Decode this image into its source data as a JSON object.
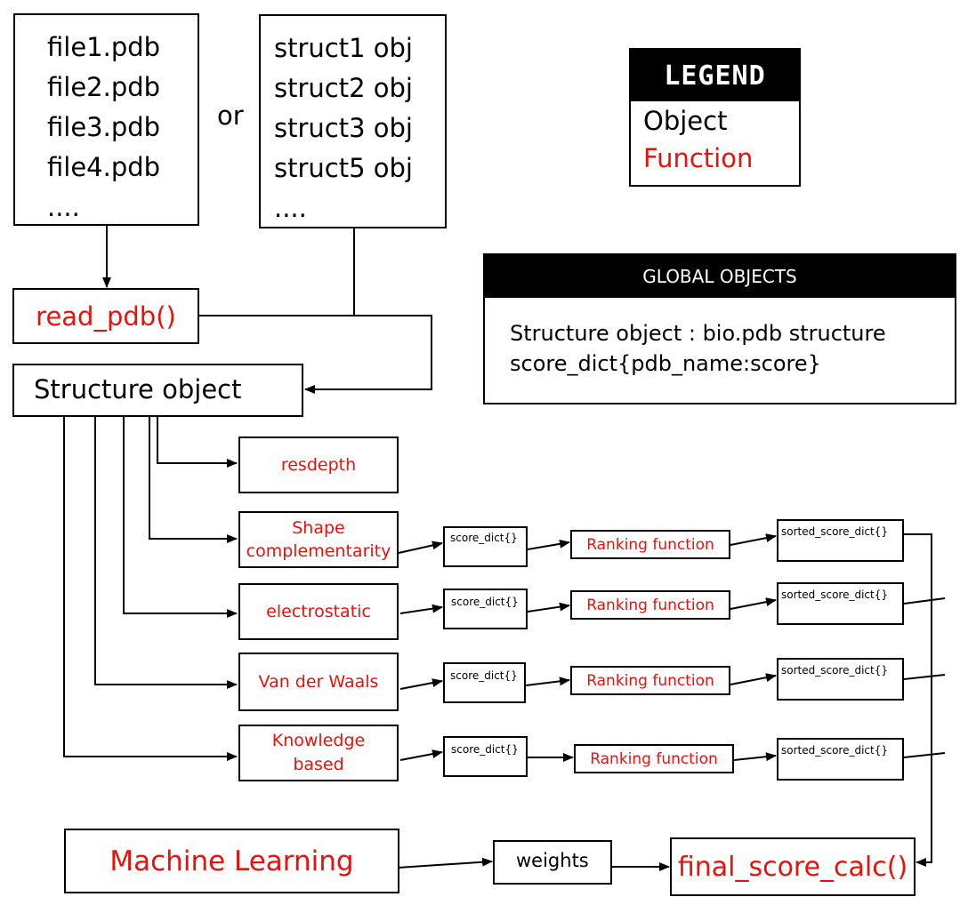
{
  "inputs": {
    "files": [
      "file1.pdb",
      "file2.pdb",
      "file3.pdb",
      "file4.pdb",
      "...."
    ],
    "or_label": "or",
    "structs": [
      "struct1 obj",
      "struct2 obj",
      "struct3 obj",
      "struct5 obj",
      "...."
    ]
  },
  "legend": {
    "title": "LEGEND",
    "object_label": "Object",
    "function_label": "Function"
  },
  "global_objects": {
    "title": "GLOBAL OBJECTS",
    "line1": "Structure object : bio.pdb structure",
    "line2": "score_dict{pdb_name:score}"
  },
  "read_pdb": "read_pdb()",
  "structure_object": "Structure object",
  "scoring": {
    "resdepth": "resdepth",
    "shape": [
      "Shape",
      "complementarity"
    ],
    "electrostatic": "electrostatic",
    "vdw": "Van der Waals",
    "knowledge": [
      "Knowledge",
      "based"
    ]
  },
  "score_dict": "score_dict{}",
  "ranking": "Ranking function",
  "sorted_score_dict": "sorted_score_dict{}",
  "machine_learning": "Machine Learning",
  "weights": "weights",
  "final_score": "final_score_calc()",
  "colors": {
    "object": "#000000",
    "function": "#e8120c"
  }
}
